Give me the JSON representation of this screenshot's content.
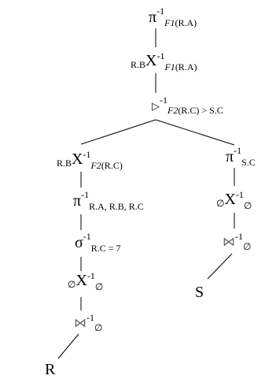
{
  "nodes": {
    "n1": {
      "op": "π",
      "sup": "-1",
      "sub_italic": "F1",
      "sub": "(R.A)"
    },
    "n2": {
      "pre": "R.B",
      "op": "X",
      "sup": "-1",
      "sub_italic": "F1",
      "sub": "(R.A)"
    },
    "n3": {
      "op": "▷",
      "sup": "-1",
      "sub_italic": "F2",
      "sub": "(R.C) > S.C"
    },
    "n4": {
      "pre": "R.B",
      "op": "X",
      "sup": "-1",
      "sub_italic": "F2",
      "sub": "(R.C)"
    },
    "n5": {
      "op": "π",
      "sup": "-1",
      "sub": "R.A, R.B, R.C"
    },
    "n6": {
      "op": "σ",
      "sup": "-1",
      "sub": "R.C = 7"
    },
    "n7": {
      "pre": "∅",
      "op": "X",
      "sup": "-1",
      "sub": "∅"
    },
    "n8": {
      "op": "⋈",
      "sup": "-1",
      "sub": "∅"
    },
    "n9": {
      "op": "π",
      "sup": "-1",
      "sub": "S.C"
    },
    "n10": {
      "pre": "∅",
      "op": "X",
      "sup": "-1",
      "sub": "∅"
    },
    "n11": {
      "op": "⋈",
      "sup": "-1",
      "sub": "∅"
    }
  },
  "leaves": {
    "r": "R",
    "s": "S"
  },
  "colors": {
    "ink": "#000000",
    "join_symbol": "#666666"
  }
}
